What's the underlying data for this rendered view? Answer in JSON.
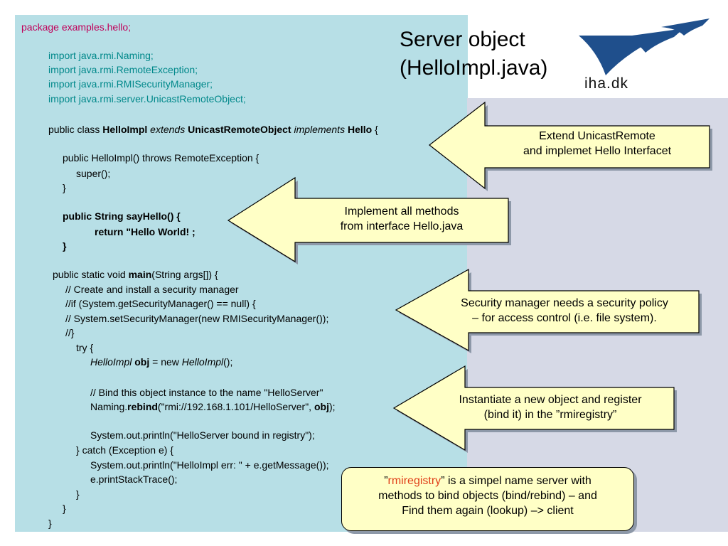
{
  "title": {
    "line1": "Server object",
    "line2": "(HelloImpl.java)"
  },
  "logo": {
    "text": "iha.dk"
  },
  "code": {
    "package": "package examples.hello;",
    "imports": [
      "import java.rmi.Naming;",
      "import java.rmi.RemoteException;",
      "import java.rmi.RMISecurityManager;",
      "import java.rmi.server.UnicastRemoteObject;"
    ],
    "class_decl": {
      "p1": "public class ",
      "name": "HelloImpl",
      "p2": " ",
      "extends": "extends",
      "p3": " ",
      "super": "UnicastRemoteObject",
      "p4": " ",
      "implements": "implements",
      "p5": " ",
      "iface": "Hello",
      "p6": " {"
    },
    "ctor1": "public HelloImpl() throws RemoteException {",
    "ctor2": "super();",
    "ctor3": "}",
    "say1": "public String sayHello() {",
    "say2": "return \"Hello World! ;",
    "say3": "}",
    "main_a": "public static void ",
    "main_b": "main",
    "main_c": "(String args[]) {",
    "c1": "// Create and install a security manager",
    "c2": "//if (System.getSecurityManager() == null) {",
    "c3": "// System.setSecurityManager(new RMISecurityManager());",
    "c4": "//}",
    "try": "try {",
    "obj_a": "HelloImpl",
    "obj_b": " ",
    "obj_c": "obj",
    "obj_d": " = new ",
    "obj_e": "HelloImpl",
    "obj_f": "();",
    "bind_c": "// Bind this object instance to the name \"HelloServer\"",
    "bind_a": "Naming.",
    "bind_b": "rebind",
    "bind_d": "(\"rmi://192.168.1.101/HelloServer\", ",
    "bind_e": "obj",
    "bind_f": ");",
    "println1": "System.out.println(\"HelloServer bound in registry\");",
    "catch": "} catch (Exception e) {",
    "println2": "System.out.println(\"HelloImpl err: \" + e.getMessage());",
    "trace": "e.printStackTrace();",
    "close1": "}",
    "close2": "}",
    "close3": "}"
  },
  "callouts": {
    "extend": {
      "line1": "Extend UnicastRemote",
      "line2": "and implemet Hello Interfacet"
    },
    "implement": {
      "line1": "Implement all methods",
      "line2": "from interface Hello.java"
    },
    "security": {
      "line1": "Security manager needs a security policy",
      "line2": "– for access control (i.e. file system)."
    },
    "instantiate": {
      "line1": "Instantiate a new object and register",
      "line2": "(bind it) in the ”rmiregistry”"
    },
    "registry": {
      "q1": "”",
      "word": "rmiregistry",
      "q2": "” is a simpel name server with",
      "line2": "methods  to bind objects (bind/rebind) – and",
      "line3": "Find them again (lookup) –> client"
    }
  },
  "colors": {
    "code_bg": "#b7dfe6",
    "right_bg": "#d6d9e6",
    "callout_fill": "#ffffc6",
    "package_color": "#c0005a",
    "import_color": "#00888a",
    "logo_blue": "#1f4f8c",
    "highlight_orange": "#e0401a"
  }
}
